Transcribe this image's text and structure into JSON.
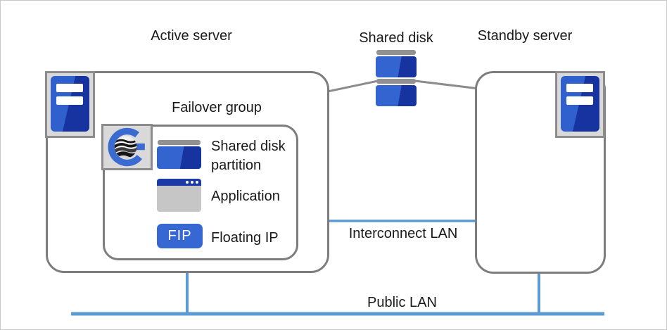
{
  "nodes": {
    "active_server": {
      "label": "Active server"
    },
    "standby_server": {
      "label": "Standby server"
    },
    "shared_disk": {
      "label": "Shared disk"
    },
    "failover_group": {
      "label": "Failover group",
      "items": [
        {
          "icon": "disk-partition-icon",
          "label": "Shared disk partition"
        },
        {
          "icon": "application-window-icon",
          "label": "Application"
        },
        {
          "icon": "floating-ip-badge",
          "badge": "FIP",
          "label": "Floating IP"
        }
      ]
    }
  },
  "links": {
    "interconnect_lan": {
      "label": "Interconnect LAN"
    },
    "public_lan": {
      "label": "Public LAN"
    }
  },
  "icons": [
    "server-tower-icon",
    "cluster-logo-icon",
    "shared-disk-icon",
    "disk-partition-icon",
    "application-window-icon",
    "floating-ip-badge"
  ],
  "colors": {
    "accent_blue": "#3464cf",
    "dark_blue": "#16339f",
    "title_bar_blue": "#1b3aa8",
    "lan_line_blue": "#5b9bd5",
    "connector_gray": "#8c8c8c",
    "box_border_gray": "#7d7d7d",
    "icon_bg_gray": "#d9d9d9",
    "window_body_gray": "#c6c6c6"
  }
}
